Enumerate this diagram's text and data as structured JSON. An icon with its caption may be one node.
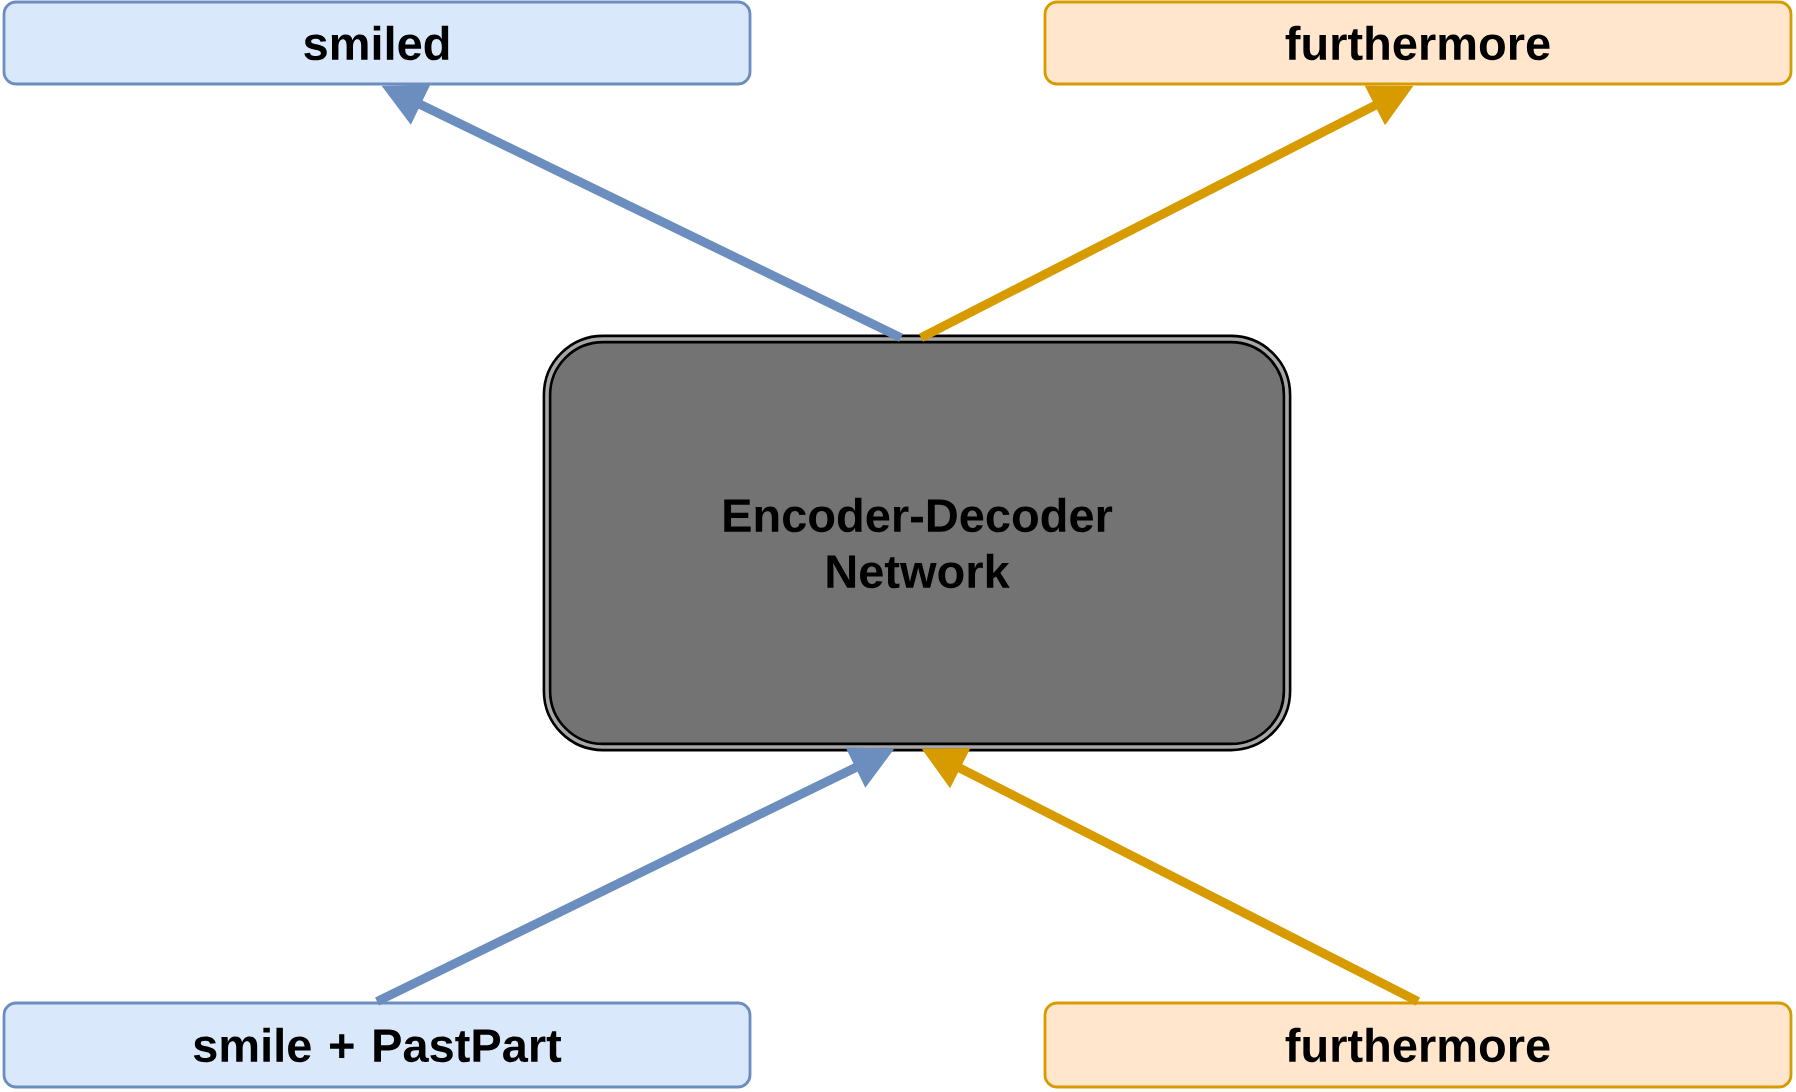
{
  "diagram": {
    "nodes": [
      {
        "text": [
          "smiled"
        ]
      },
      {
        "text": [
          "furthermore"
        ]
      },
      {
        "text": [
          "Encoder-Decoder Network"
        ]
      },
      {
        "text": [
          "smile + PastPart"
        ]
      },
      {
        "text": [
          "furthermore"
        ]
      }
    ],
    "edges": [
      {
        "from": 2,
        "to": 0,
        "arrow": "to",
        "color": "#6c8ebf"
      },
      {
        "from": 2,
        "to": 1,
        "arrow": "to",
        "color": "#d79b00"
      },
      {
        "from": 3,
        "to": 2,
        "arrow": "to",
        "color": "#6c8ebf"
      },
      {
        "from": 4,
        "to": 2,
        "arrow": "to",
        "color": "#d79b00"
      }
    ]
  }
}
